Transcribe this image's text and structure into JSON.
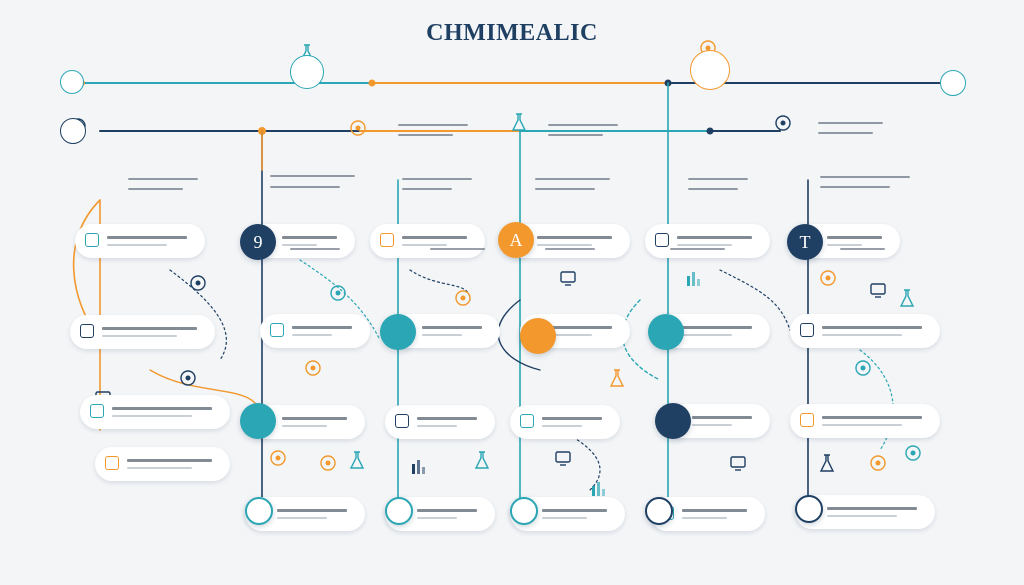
{
  "title": "CHMIMEALIC",
  "colors": {
    "navy": "#1f3f63",
    "teal": "#2aa6b4",
    "teal_dark": "#1d8d9a",
    "orange": "#f2982d",
    "line_grey": "#9aa7b3",
    "ink": "#1b2b3d",
    "card": "#ffffff"
  },
  "hubs": [
    {
      "name": "hub-9",
      "text": "9",
      "color": "navy"
    },
    {
      "name": "hub-a",
      "text": "A",
      "color": "orange"
    },
    {
      "name": "hub-t",
      "text": "T",
      "color": "navy"
    },
    {
      "name": "hub-teal-1",
      "text": "",
      "color": "teal"
    },
    {
      "name": "hub-teal-2",
      "text": "",
      "color": "teal"
    },
    {
      "name": "hub-teal-3",
      "text": "",
      "color": "teal"
    },
    {
      "name": "hub-orange-1",
      "text": "",
      "color": "orange"
    },
    {
      "name": "hub-navy-1",
      "text": "",
      "color": "navy"
    },
    {
      "name": "hub-teal-4",
      "text": "",
      "color": "teal"
    },
    {
      "name": "hub-teal-5",
      "text": "",
      "color": "teal"
    },
    {
      "name": "hub-navy-2",
      "text": "",
      "color": "navy"
    },
    {
      "name": "hub-teal-6",
      "text": "",
      "color": "teal"
    },
    {
      "name": "hub-navy-3",
      "text": "",
      "color": "navy"
    }
  ],
  "icons": [
    "flask-icon",
    "beaker-icon",
    "molecule-icon",
    "gear-icon",
    "lab-equipment-icon",
    "monitor-icon",
    "test-tube-icon",
    "chart-icon"
  ]
}
